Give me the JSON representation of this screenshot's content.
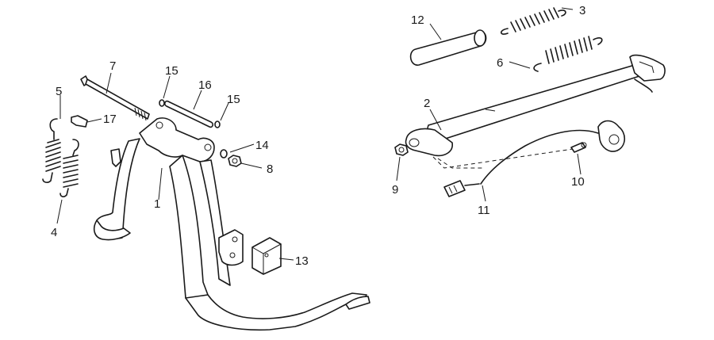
{
  "diagram": {
    "callouts": [
      {
        "id": "c1",
        "text": "1"
      },
      {
        "id": "c2",
        "text": "2"
      },
      {
        "id": "c3",
        "text": "3"
      },
      {
        "id": "c4",
        "text": "4"
      },
      {
        "id": "c5",
        "text": "5"
      },
      {
        "id": "c6",
        "text": "6"
      },
      {
        "id": "c7",
        "text": "7"
      },
      {
        "id": "c8",
        "text": "8"
      },
      {
        "id": "c9",
        "text": "9"
      },
      {
        "id": "c10",
        "text": "10"
      },
      {
        "id": "c11",
        "text": "11"
      },
      {
        "id": "c12",
        "text": "12"
      },
      {
        "id": "c13",
        "text": "13"
      },
      {
        "id": "c14",
        "text": "14"
      },
      {
        "id": "c15a",
        "text": "15"
      },
      {
        "id": "c15b",
        "text": "15"
      },
      {
        "id": "c16",
        "text": "16"
      },
      {
        "id": "c17",
        "text": "17"
      }
    ]
  }
}
